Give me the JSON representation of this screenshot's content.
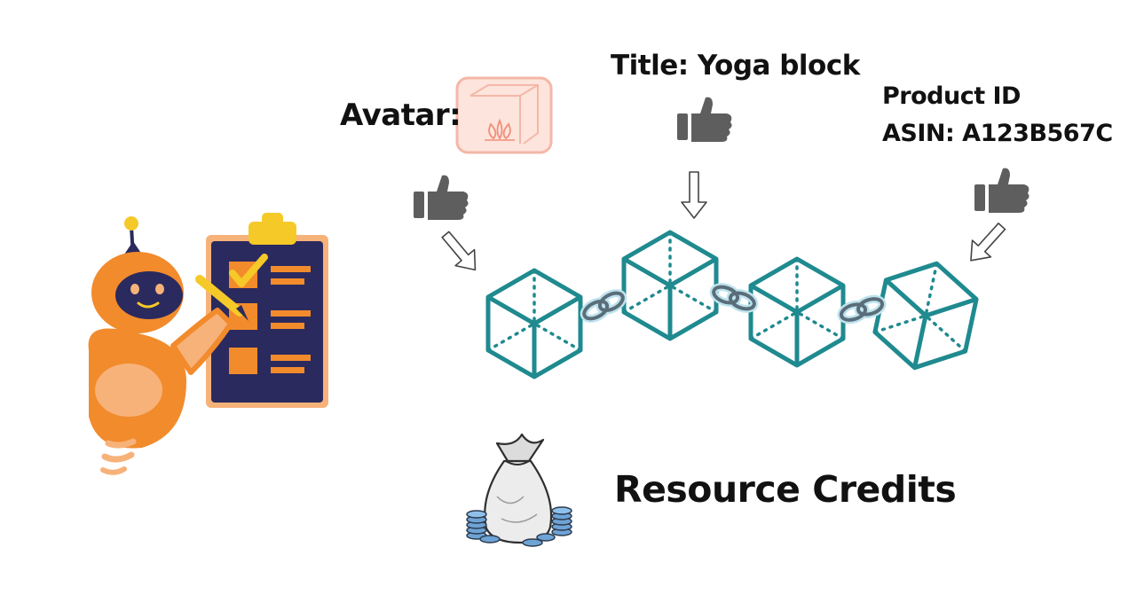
{
  "labels": {
    "avatar": "Avatar:",
    "title": "Title: Yoga block",
    "product_id_line1": "Product ID",
    "product_id_line2": "ASIN: A123B567C",
    "resource_credits": "Resource Credits"
  },
  "icons": [
    "robot-checklist-icon",
    "yoga-block-avatar-icon",
    "thumbs-up-icon",
    "arrow-down-icon",
    "block-cube-icon",
    "chain-link-icon",
    "money-bag-icon",
    "coin-stack-icon"
  ],
  "colors": {
    "teal": "#1f8a8f",
    "chain": "#5a6e7a",
    "chain_glow": "#bfe3ee",
    "robot_orange": "#f28b2c",
    "robot_light": "#f7b27a",
    "robot_navy": "#2b2a5e",
    "clipboard_yellow": "#f5c928",
    "avatar_pink": "#f4b7a8",
    "thumb_gray": "#5e5e5e",
    "coin_blue": "#6ea3d6"
  }
}
